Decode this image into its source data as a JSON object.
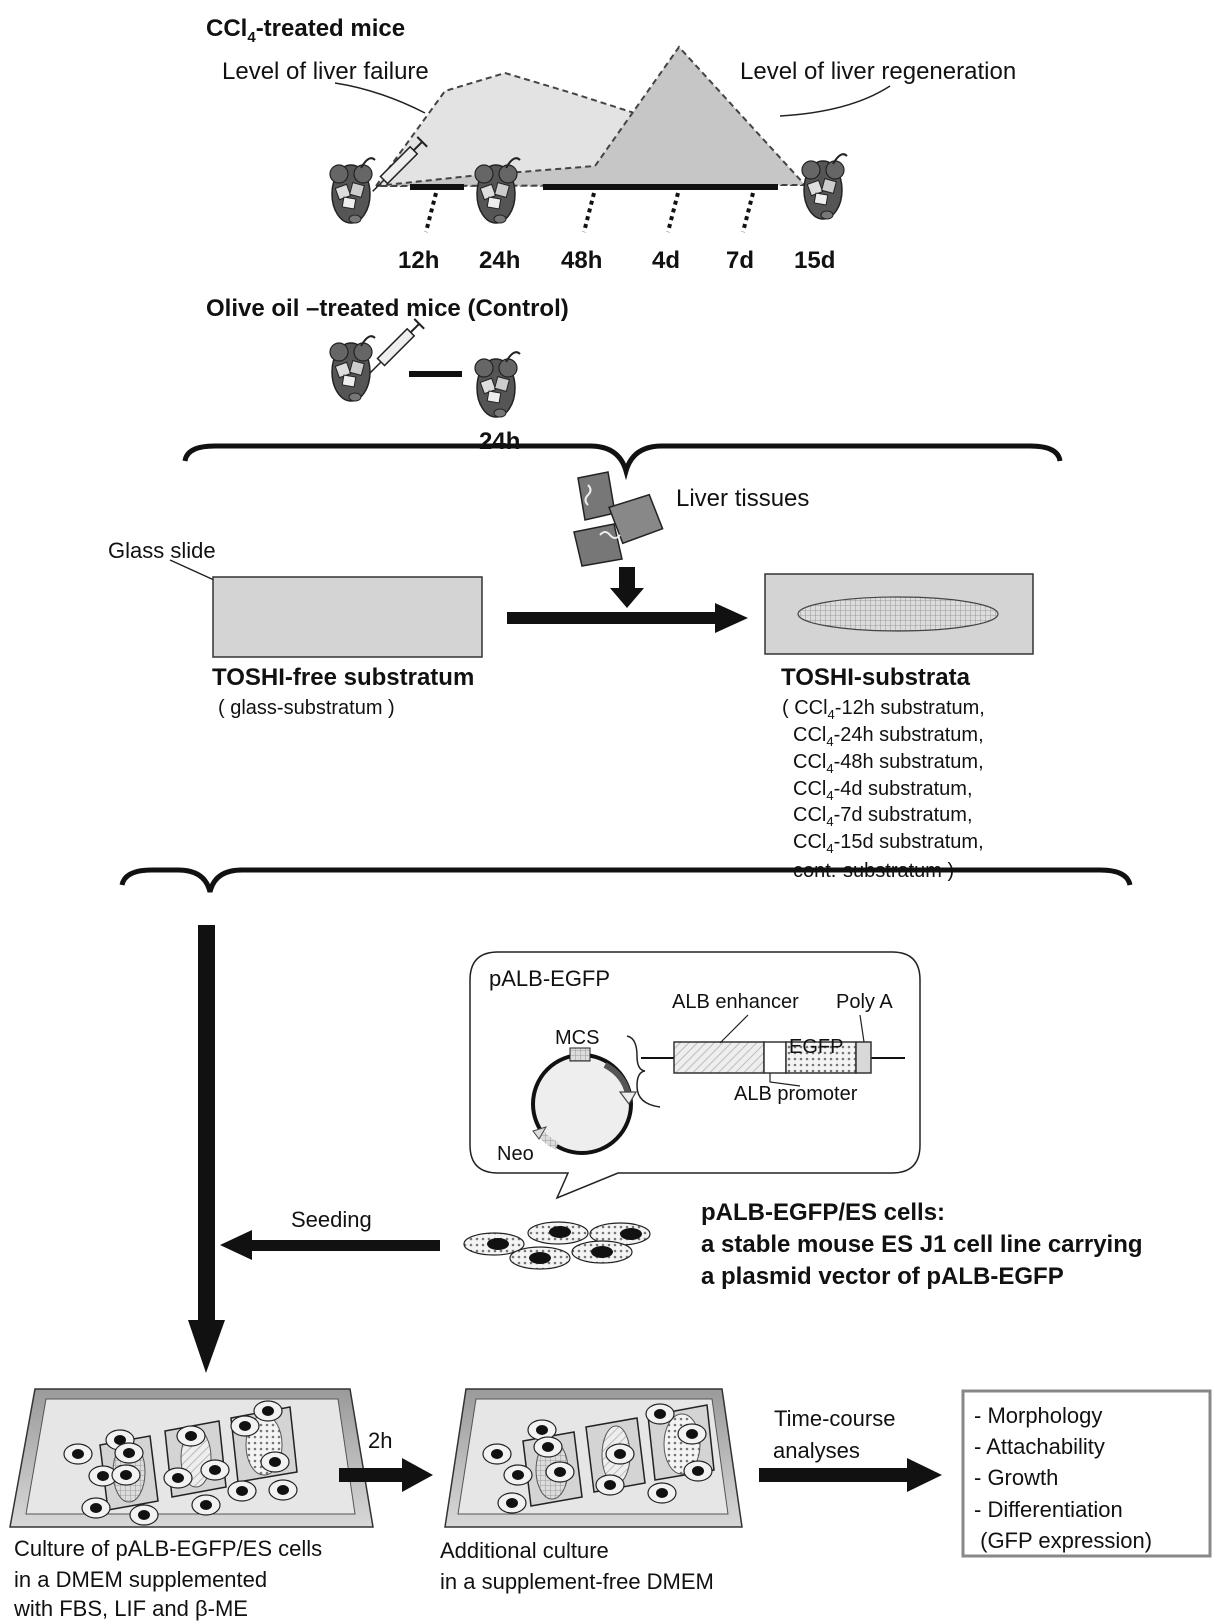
{
  "ccl4": {
    "title_pre": "CCl",
    "title_sub": "4",
    "title_post": "-treated mice",
    "failure_label": "Level of liver failure",
    "regeneration_label": "Level of liver regeneration",
    "timepoints": [
      "12h",
      "24h",
      "48h",
      "4d",
      "7d",
      "15d"
    ]
  },
  "control": {
    "title": "Olive oil –treated mice (Control)",
    "timepoint": "24h"
  },
  "liver_tissues_label": "Liver tissues",
  "glass_slide_label": "Glass slide",
  "toshi_free": {
    "title": "TOSHI-free substratum",
    "subtitle": "( glass-substratum )"
  },
  "toshi": {
    "title": "TOSHI-substrata",
    "items": [
      {
        "pre": "( CCl",
        "sub": "4",
        "post": "-12h substratum,"
      },
      {
        "pre": "CCl",
        "sub": "4",
        "post": "-24h substratum,"
      },
      {
        "pre": "CCl",
        "sub": "4",
        "post": "-48h substratum,"
      },
      {
        "pre": "CCl",
        "sub": "4",
        "post": "-4d substratum,"
      },
      {
        "pre": "CCl",
        "sub": "4",
        "post": "-7d substratum,"
      },
      {
        "pre": "CCl",
        "sub": "4",
        "post": "-15d substratum,"
      }
    ],
    "last_item": "cont.-substratum )"
  },
  "plasmid": {
    "name": "pALB-EGFP",
    "alb_enhancer": "ALB enhancer",
    "poly_a": "Poly A",
    "mcs": "MCS",
    "egfp": "EGFP",
    "alb_promoter": "ALB promoter",
    "neo": "Neo"
  },
  "seeding_label": "Seeding",
  "es_cells": {
    "line1": "pALB-EGFP/ES cells:",
    "line2": "a stable mouse ES J1 cell line carrying",
    "line3": "a plasmid vector of pALB-EGFP"
  },
  "step_2h": "2h",
  "time_course": {
    "line1": "Time-course",
    "line2": "analyses"
  },
  "analyses": [
    "- Morphology",
    "- Attachability",
    "- Growth",
    "- Differentiation",
    " (GFP expression)"
  ],
  "culture1": {
    "line1": "Culture of pALB-EGFP/ES cells",
    "line2": "in a DMEM supplemented",
    "line3": "with FBS, LIF and β-ME"
  },
  "culture2": {
    "line1": "Additional culture",
    "line2": "in a supplement-free DMEM"
  },
  "colors": {
    "failure_fill": "#e3e3e3",
    "regeneration_fill": "#c6c6c6",
    "slide_fill": "#d4d4d4",
    "mouse_fill": "#555555",
    "line": "#111111"
  }
}
